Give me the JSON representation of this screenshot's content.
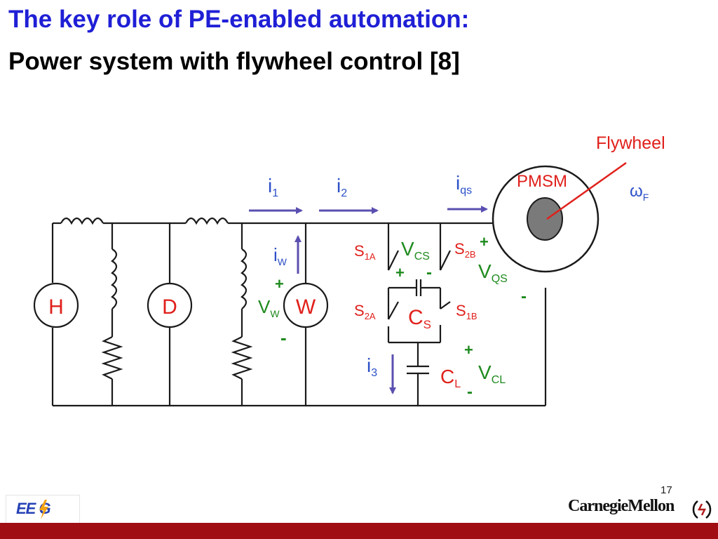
{
  "slide": {
    "title_line1": "The key role of  PE-enabled automation:",
    "title_line2": "Power system with flywheel control [8]",
    "slide_number": "17"
  },
  "diagram": {
    "sources": {
      "h": "H",
      "d": "D",
      "w": "W"
    },
    "machine_label": "PMSM",
    "flywheel_label": "Flywheel",
    "omega": {
      "base": "ω",
      "sub": "F"
    },
    "currents": {
      "i1": {
        "base": "i",
        "sub": "1"
      },
      "i2": {
        "base": "i",
        "sub": "2"
      },
      "iqs": {
        "base": "i",
        "sub": "qs"
      },
      "iw": {
        "base": "i",
        "sub": "W"
      },
      "i3": {
        "base": "i",
        "sub": "3"
      }
    },
    "voltages": {
      "vw": {
        "base": "V",
        "sub": "W"
      },
      "vcs": {
        "base": "V",
        "sub": "CS"
      },
      "vqs": {
        "base": "V",
        "sub": "QS"
      },
      "vcl": {
        "base": "V",
        "sub": "CL"
      }
    },
    "capacitors": {
      "cs": {
        "base": "C",
        "sub": "S"
      },
      "cl": {
        "base": "C",
        "sub": "L"
      }
    },
    "switches": {
      "s1a": {
        "base": "S",
        "sub": "1A"
      },
      "s2a": {
        "base": "S",
        "sub": "2A"
      },
      "s2b": {
        "base": "S",
        "sub": "2B"
      },
      "s1b": {
        "base": "S",
        "sub": "1B"
      }
    },
    "signs": {
      "plus": "+",
      "minus": "-"
    },
    "colors": {
      "wire": "#1a1a1a",
      "arrow": "#5a4fb0",
      "red_label": "#e0201b",
      "blue_label": "#2c50c8",
      "green_label": "#1e8a1e",
      "rotor": "#7a7a7a"
    }
  },
  "footer": {
    "logo_left": "EE G",
    "logo_right": "CarnegieMellon",
    "bar_color": "#a00d12"
  }
}
